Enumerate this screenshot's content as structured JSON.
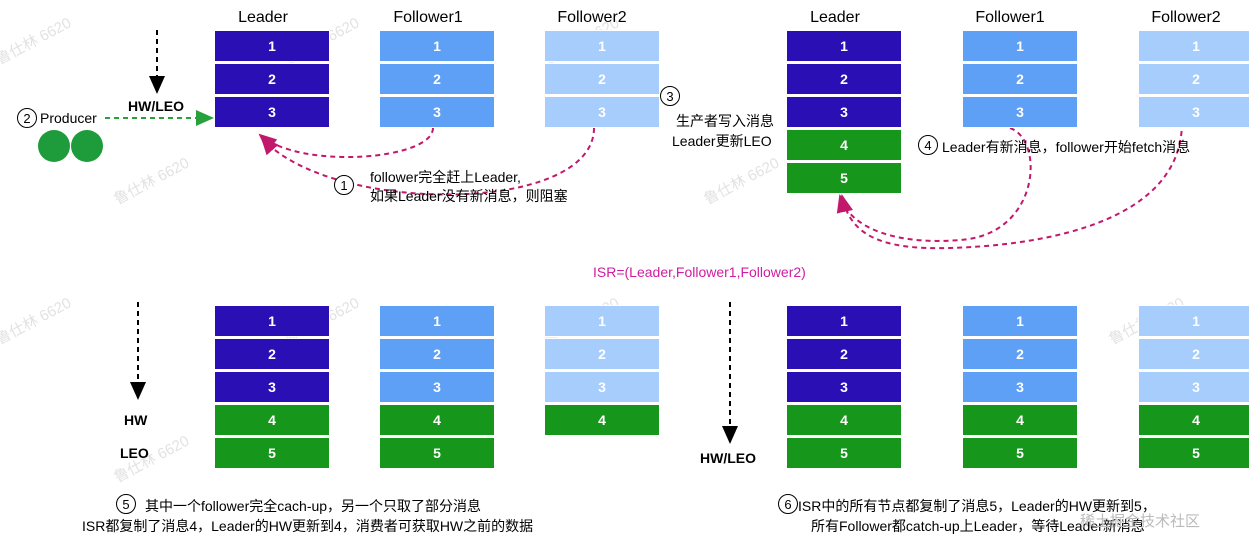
{
  "headers": {
    "leader": "Leader",
    "follower1": "Follower1",
    "follower2": "Follower2"
  },
  "messages": {
    "m1": "1",
    "m2": "2",
    "m3": "3",
    "m4": "4",
    "m5": "5"
  },
  "labels": {
    "producer": "Producer",
    "hw_leo": "HW/LEO",
    "hw": "HW",
    "leo": "LEO",
    "isr": "ISR=(Leader,Follower1,Follower2)"
  },
  "steps": {
    "s1_num": "1",
    "s1_line1": "follower完全赶上Leader,",
    "s1_line2": "如果Leader没有新消息，则阻塞",
    "s2_num": "2",
    "s3_num": "3",
    "s3_line1": "生产者写入消息",
    "s3_line2": "Leader更新LEO",
    "s4_num": "4",
    "s4_text": "Leader有新消息，follower开始fetch消息",
    "s5_num": "5",
    "s5_line1": "其中一个follower完全cach-up，另一个只取了部分消息",
    "s5_line2": "ISR都复制了消息4，Leader的HW更新到4，消费者可获取HW之前的数据",
    "s6_num": "6",
    "s6_line1": "ISR中的所有节点都复制了消息5，Leader的HW更新到5，",
    "s6_line2": "所有Follower都catch-up上Leader，等待Leader新消息"
  },
  "watermark": {
    "text": "鲁仕林 6620",
    "brand": "稀土掘金技术社区"
  },
  "colors": {
    "leader": "#2a0fb5",
    "follower1": "#5ea0f5",
    "follower2": "#a6cdfb",
    "new_message": "#17961c",
    "fetch_arrow": "#c2186b",
    "producer_arrow": "#27a23a",
    "isr_text": "#d01ca0"
  }
}
